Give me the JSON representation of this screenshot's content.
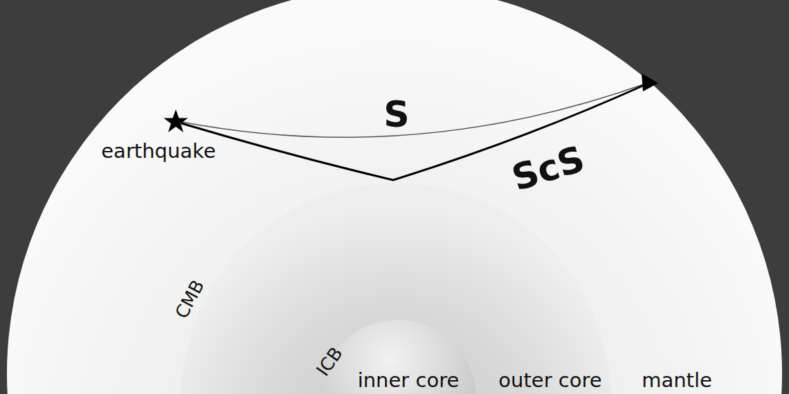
{
  "diagram": {
    "labels": [
      "S",
      "ScS",
      "earthquake",
      "CMB",
      "ICB",
      "inner core",
      "outer core",
      "mantle"
    ]
  }
}
